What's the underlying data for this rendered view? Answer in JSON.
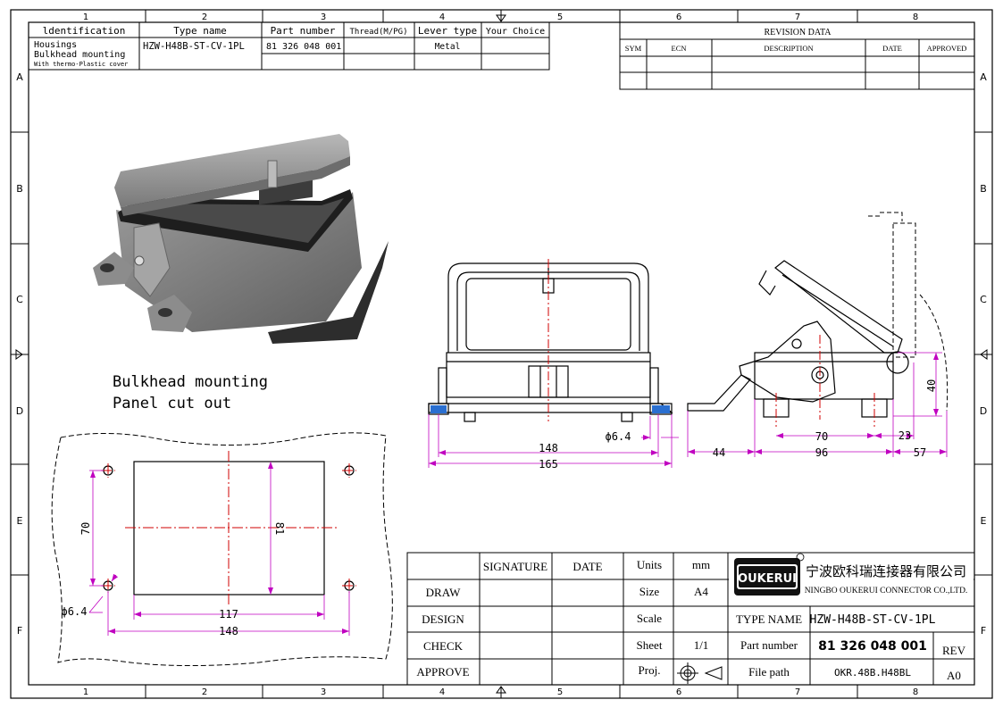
{
  "frame": {
    "col_numbers": [
      "1",
      "2",
      "3",
      "4",
      "5",
      "6",
      "7",
      "8"
    ],
    "row_letters": [
      "A",
      "B",
      "C",
      "D",
      "E",
      "F"
    ]
  },
  "ident_table": {
    "headers": [
      "ldentification",
      "Type name",
      "Part number",
      "Thread(M/PG)",
      "Lever type",
      "Your Choice"
    ],
    "ident_lines": [
      "Housings",
      "Bulkhead mounting",
      "With thermo-Plastic cover"
    ],
    "type_name": "HZW-H48B-ST-CV-1PL",
    "part_number": "81 326 048 001",
    "lever_type": "Metal"
  },
  "revision": {
    "title": "REVISION   DATA",
    "headers": [
      "SYM",
      "ECN",
      "DESCRIPTION",
      "DATE",
      "APPROVED"
    ]
  },
  "notes": {
    "line1": "Bulkhead mounting",
    "line2": "Panel cut out"
  },
  "dims": {
    "front_width_inner": "148",
    "front_width_outer": "165",
    "front_hole": "ϕ6.4",
    "side_44": "44",
    "side_96": "96",
    "side_70": "70",
    "side_23": "23",
    "side_57": "57",
    "side_40": "40",
    "panel_70": "70",
    "panel_81": "81",
    "panel_117": "117",
    "panel_148": "148",
    "panel_hole": "ϕ6.4"
  },
  "title_block": {
    "signature": "SIGNATURE",
    "date": "DATE",
    "rows": [
      "DRAW",
      "DESIGN",
      "CHECK",
      "APPROVE"
    ],
    "units_label": "Units",
    "units_value": "mm",
    "size_label": "Size",
    "size_value": "A4",
    "scale_label": "Scale",
    "sheet_label": "Sheet",
    "sheet_value": "1/1",
    "proj_label": "Proj.",
    "logo": "OUKERUI",
    "company_cn": "宁波欧科瑞连接器有限公司",
    "company_en": "NINGBO OUKERUI CONNECTOR CO.,LTD.",
    "type_name_label": "TYPE NAME",
    "type_name_value": "HZW-H48B-ST-CV-1PL",
    "part_number_label": "Part number",
    "part_number_value": "81 326 048 001",
    "rev_label": "REV",
    "file_path_label": "File path",
    "file_path_value": "OKR.48B.H48BL",
    "rev_value": "A0"
  },
  "colors": {
    "dimension": "#c000c0",
    "centerline": "#d00000",
    "line": "#000000",
    "blue_washer": "#2a6fd0"
  }
}
